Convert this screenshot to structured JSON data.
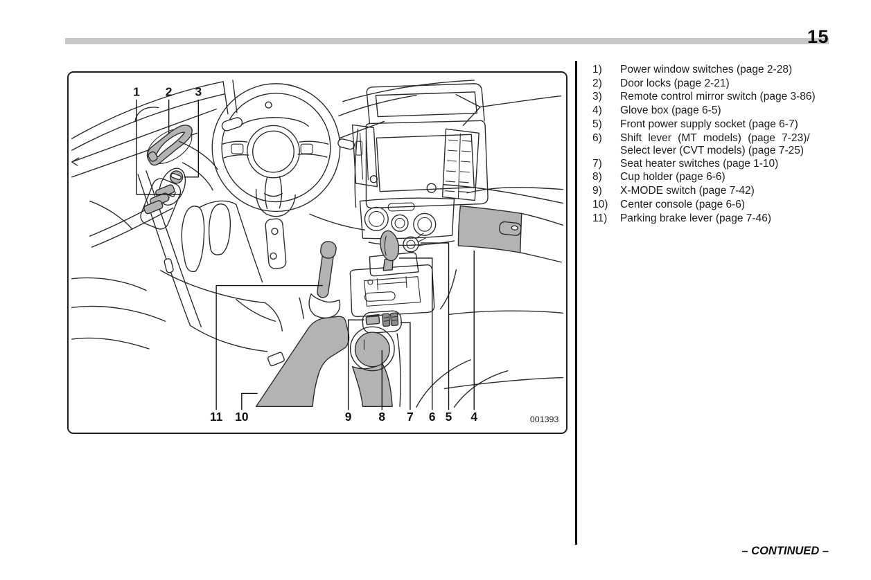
{
  "page": {
    "number": "15",
    "continued": "– CONTINUED –"
  },
  "figure": {
    "code": "001393",
    "callouts": [
      "1",
      "2",
      "3",
      "4",
      "5",
      "6",
      "7",
      "8",
      "9",
      "10",
      "11"
    ]
  },
  "legend": {
    "items": [
      {
        "num": "1)",
        "text": "Power window switches (page 2-28)"
      },
      {
        "num": "2)",
        "text": "Door locks (page 2-21)"
      },
      {
        "num": "3)",
        "text": "Remote control mirror switch (page 3-86)"
      },
      {
        "num": "4)",
        "text": "Glove box (page 6-5)"
      },
      {
        "num": "5)",
        "text": "Front power supply socket (page 6-7)"
      },
      {
        "num": "6)",
        "line1": "Shift lever (MT models) (page 7-23)/",
        "line2": "Select lever (CVT models) (page 7-25)"
      },
      {
        "num": "7)",
        "text": "Seat heater switches (page 1-10)"
      },
      {
        "num": "8)",
        "text": "Cup holder (page 6-6)"
      },
      {
        "num": "9)",
        "text": "X-MODE switch (page 7-42)"
      },
      {
        "num": "10)",
        "text": "Center console (page 6-6)"
      },
      {
        "num": "11)",
        "text": "Parking brake lever (page 7-46)"
      }
    ]
  }
}
